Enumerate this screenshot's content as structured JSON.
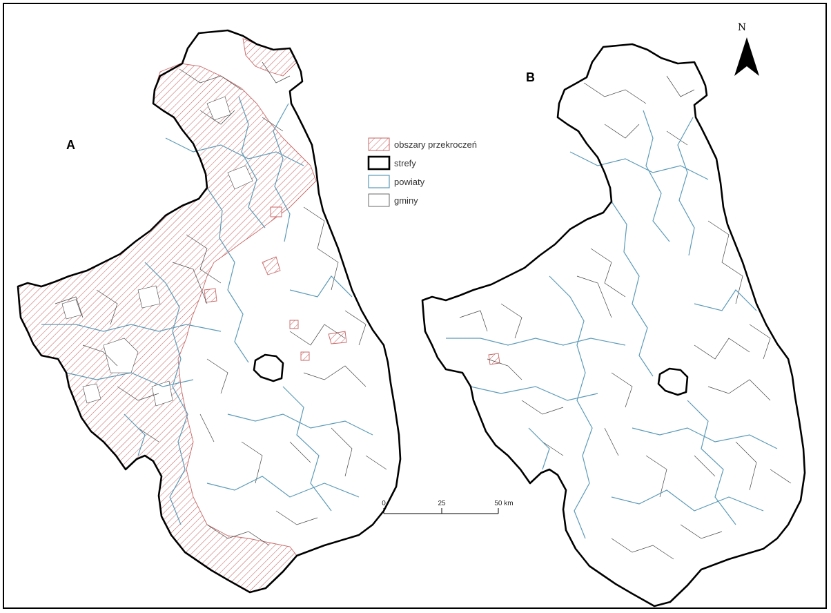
{
  "panels": [
    {
      "id": "A",
      "label": "A"
    },
    {
      "id": "B",
      "label": "B"
    }
  ],
  "legend": {
    "items": [
      {
        "key": "exceed",
        "label": "obszary przekroczeń",
        "swatch": "hatch",
        "color": "#c86464"
      },
      {
        "key": "zone",
        "label": "strefy",
        "swatch": "thick-outline",
        "color": "#000000"
      },
      {
        "key": "powiat",
        "label": "powiaty",
        "swatch": "outline",
        "color": "#5b9ab8"
      },
      {
        "key": "gmina",
        "label": "gminy",
        "swatch": "outline",
        "color": "#444444"
      }
    ]
  },
  "scale_bar": {
    "ticks": [
      "0",
      "25",
      "50 km"
    ]
  },
  "north_arrow": {
    "label": "N",
    "icon": "north-arrow-icon"
  },
  "colors": {
    "exceed_hatch": "#c86464",
    "zone": "#000000",
    "powiat": "#5b9ab8",
    "gmina": "#444444"
  }
}
